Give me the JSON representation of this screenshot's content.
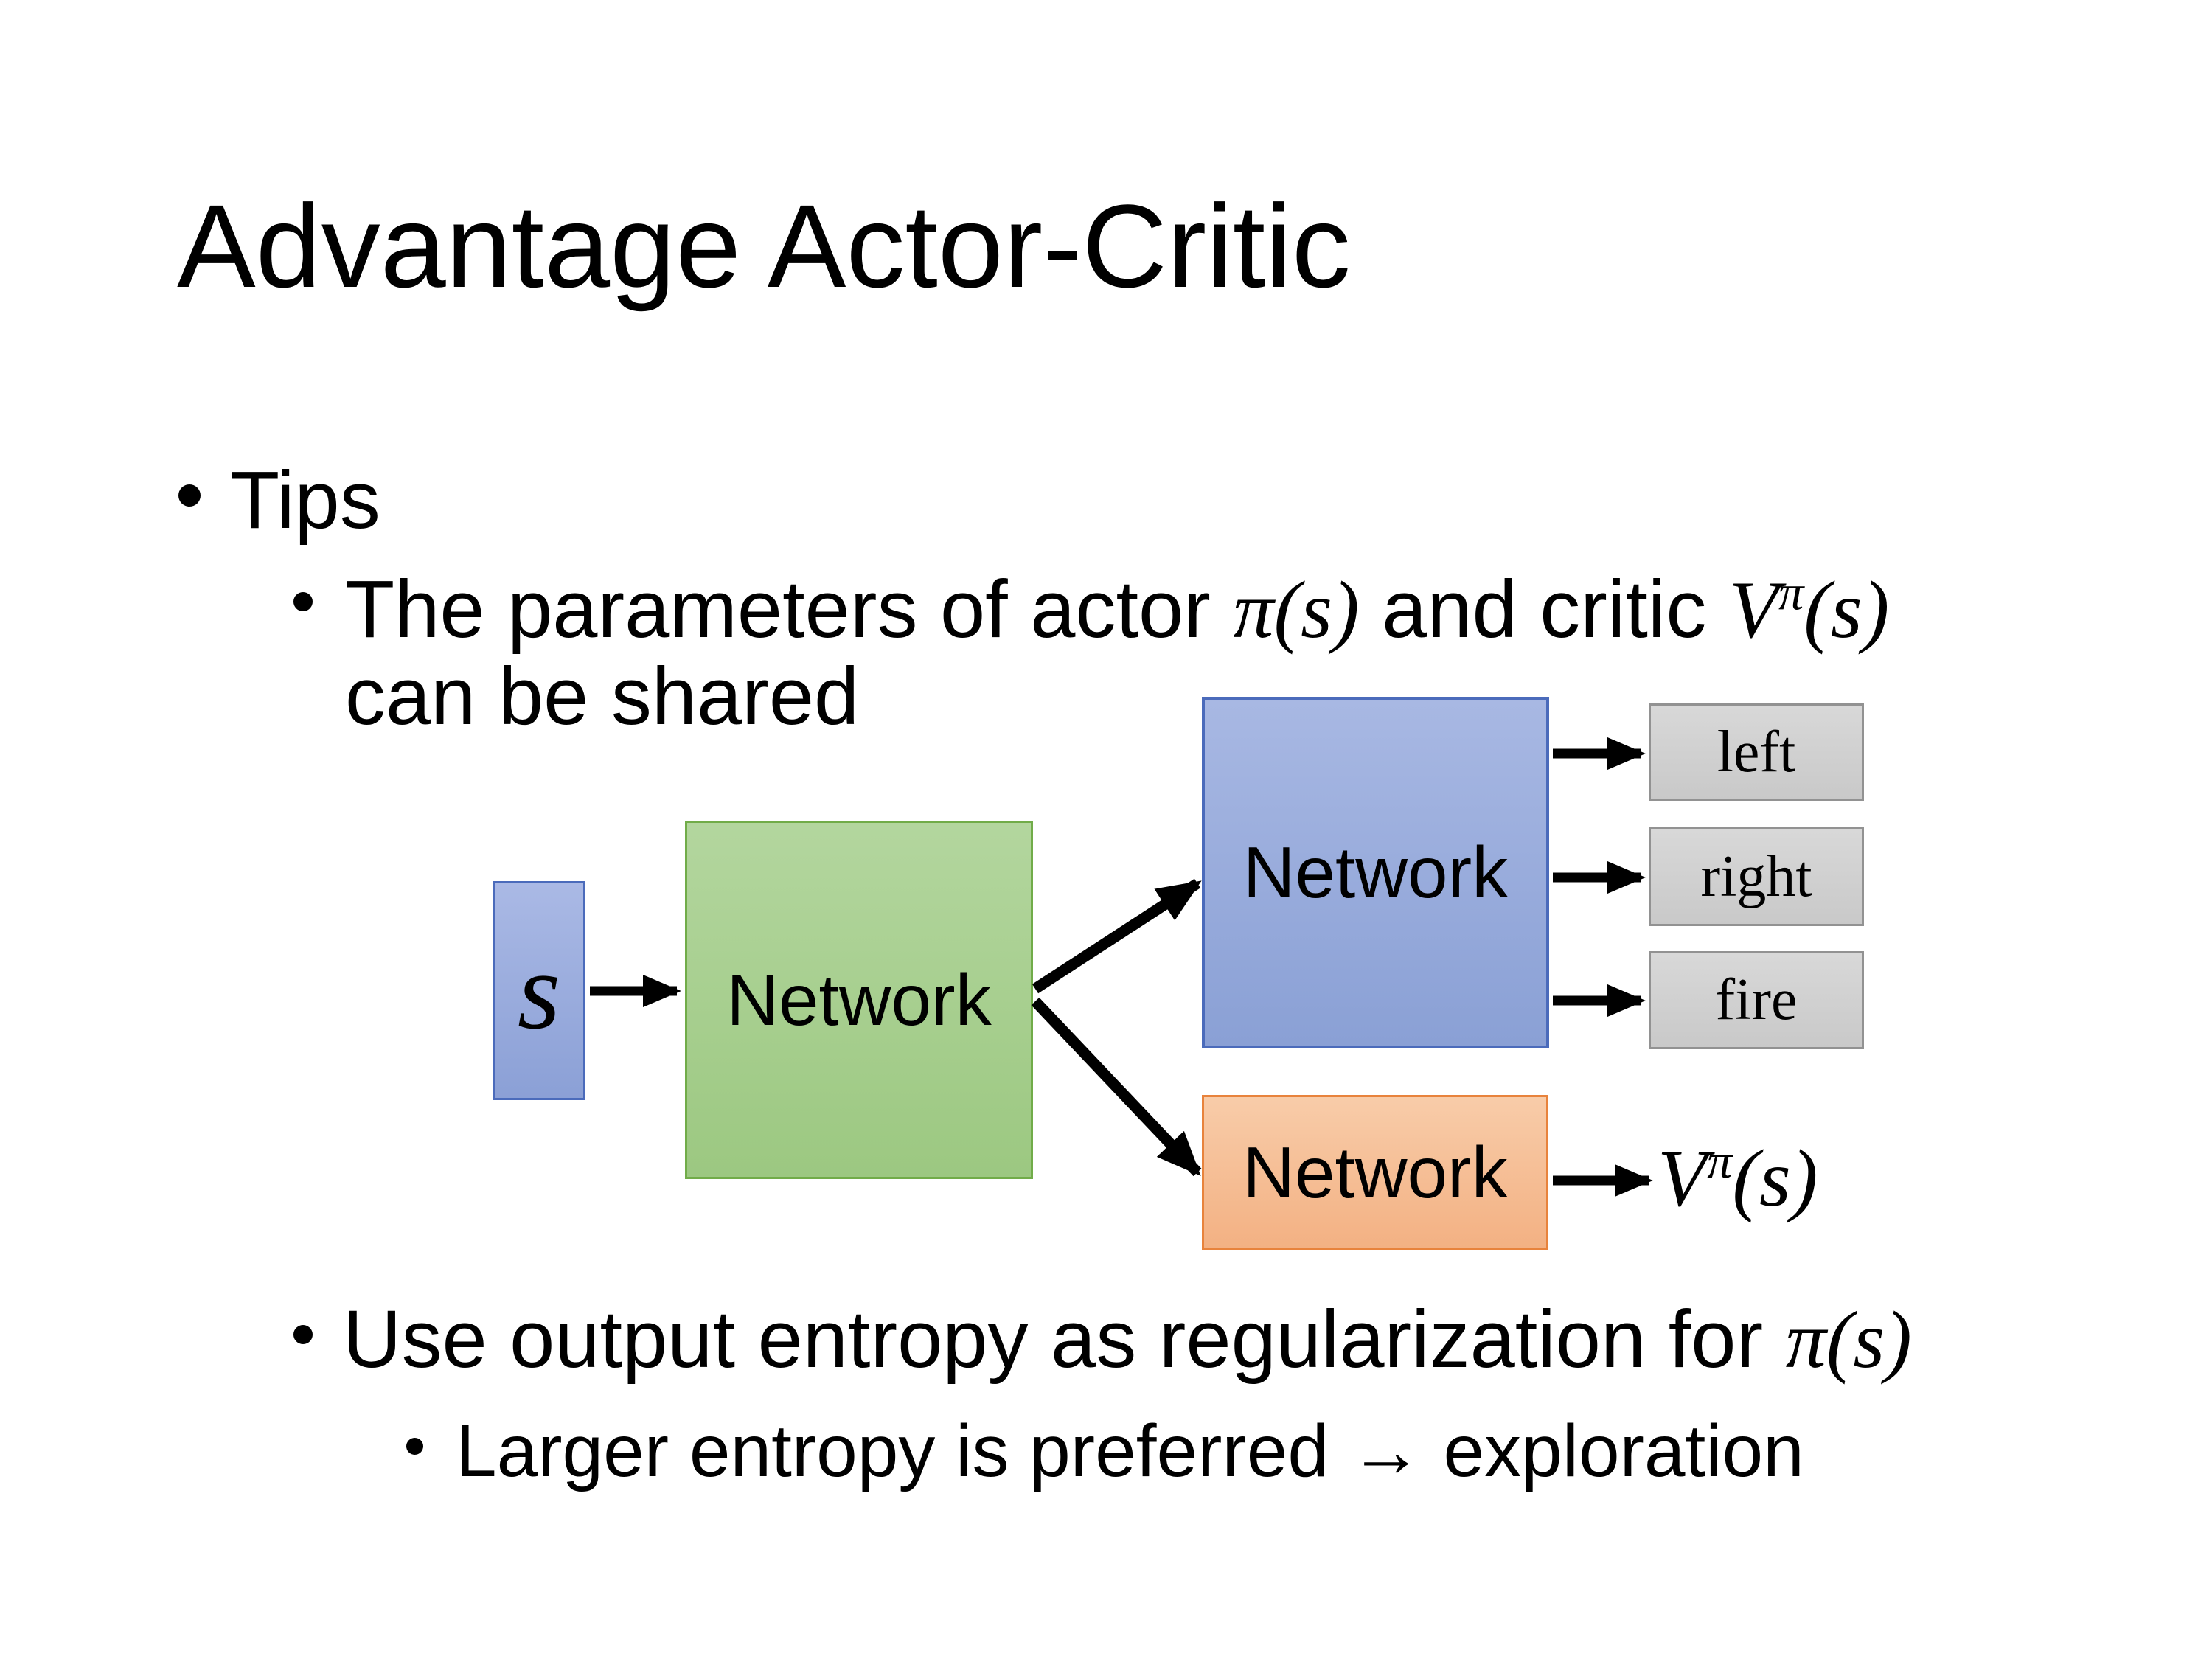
{
  "slide": {
    "title": "Advantage Actor-Critic",
    "tips_label": "Tips",
    "param_line": {
      "prefix": "The parameters of actor ",
      "actor_math": {
        "pi": "π",
        "args": "(s)"
      },
      "middle": " and critic ",
      "critic_math": {
        "base": "V",
        "sup": "π",
        "args": "(s)"
      },
      "line2": "can be shared"
    },
    "entropy_line": {
      "prefix": "Use output entropy as regularization for ",
      "math": {
        "pi": "π",
        "args": "(s)"
      }
    },
    "exploration_line": "Larger entropy is preferred → exploration"
  },
  "diagram": {
    "state_label": "s",
    "shared_network_label": "Network",
    "actor_network_label": "Network",
    "critic_network_label": "Network",
    "action_left": "left",
    "action_right": "right",
    "action_fire": "fire",
    "critic_output": {
      "base": "V",
      "sup": "π",
      "args": "(s)"
    }
  },
  "colors": {
    "state_fill": "#9bacdc",
    "state_border": "#4b6bbb",
    "shared_fill": "#a8cf90",
    "shared_border": "#71ac49",
    "actor_fill": "#99abda",
    "actor_border": "#4b6bbb",
    "critic_fill": "#f5bf96",
    "critic_border": "#e8833c",
    "action_fill": "#d1d1d1",
    "action_border": "#929292",
    "arrow": "#000000",
    "text": "#000000",
    "background": "#ffffff"
  }
}
